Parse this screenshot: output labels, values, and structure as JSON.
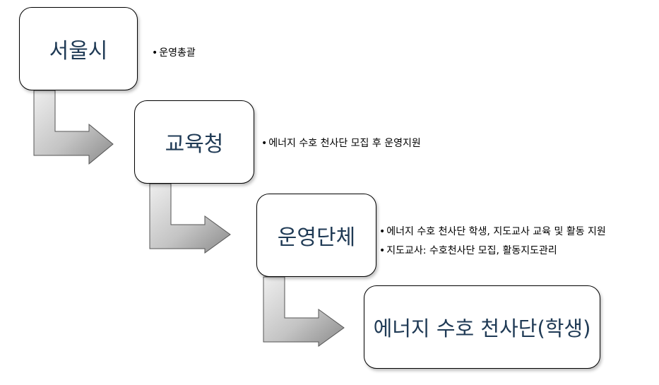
{
  "levels": [
    {
      "title": "서울시",
      "notes": [
        "운영총괄"
      ]
    },
    {
      "title": "교육청",
      "notes": [
        "에너지 수호 천사단 모집 후 운영지원"
      ]
    },
    {
      "title": "운영단체",
      "notes": [
        "에너지 수호 천사단 학생, 지도교사 교육 및 활동 지원",
        "지도교사: 수호천사단 모집, 활동지도관리"
      ]
    },
    {
      "title": "에너지 수호 천사단(학생)",
      "notes": []
    }
  ],
  "bullet": "•",
  "colors": {
    "box_text": "#1f3a55",
    "arrow_light": "#eeeeee",
    "arrow_dark": "#8a8a8a"
  }
}
